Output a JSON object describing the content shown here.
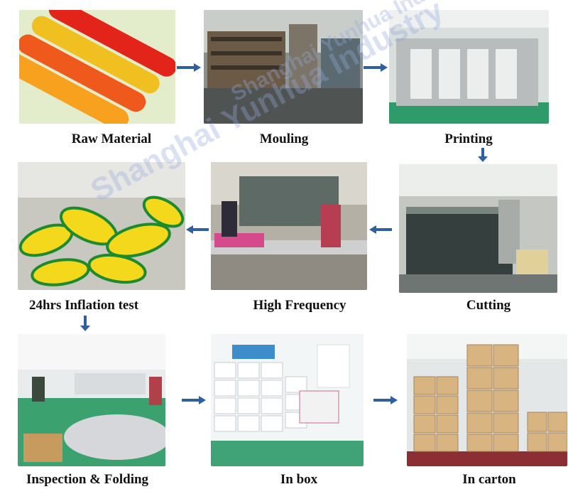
{
  "steps": [
    {
      "label": "Raw Material"
    },
    {
      "label": "Mouling"
    },
    {
      "label": "Printing"
    },
    {
      "label": "24hrs Inflation test"
    },
    {
      "label": "High Frequency"
    },
    {
      "label": "Cutting"
    },
    {
      "label": "Inspection & Folding"
    },
    {
      "label": "In box"
    },
    {
      "label": "In carton"
    }
  ],
  "watermark": {
    "text": "Shanghai Yunhua Industry",
    "color": "#96aadc"
  },
  "colors": {
    "arrow": "#2e5f9e"
  }
}
